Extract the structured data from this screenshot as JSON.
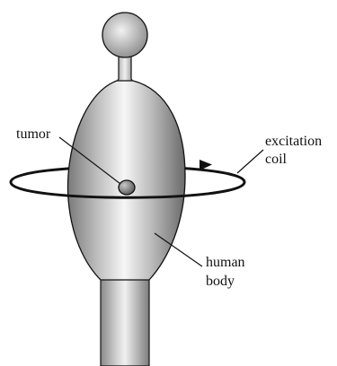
{
  "labels": {
    "tumor": "tumor",
    "coil_line1": "excitation",
    "coil_line2": "coil",
    "body_line1": "human",
    "body_line2": "body"
  },
  "colors": {
    "body_dark": "#6e6e6e",
    "body_mid": "#c8c8c8",
    "body_light": "#f4f4f4",
    "outline": "#111111",
    "tumor_fill": "#8a8a8a"
  }
}
